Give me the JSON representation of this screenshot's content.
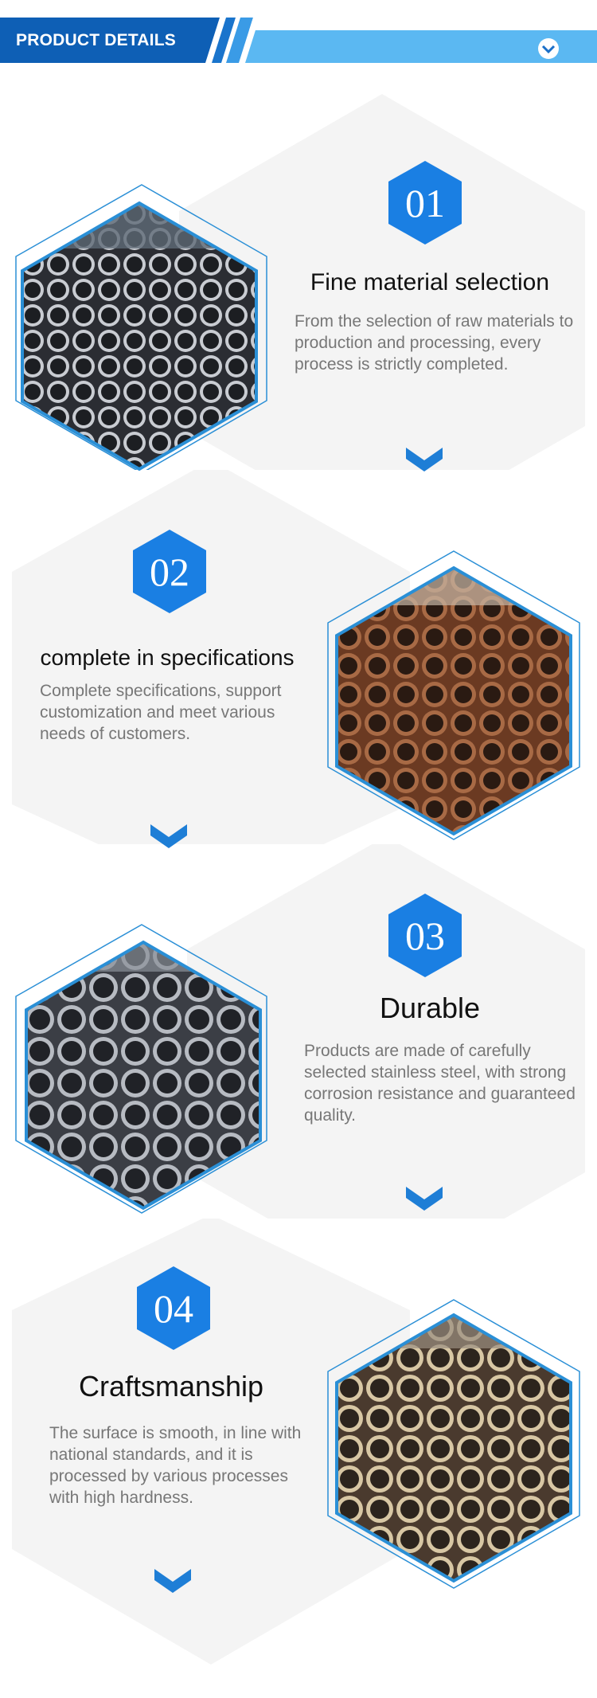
{
  "header": {
    "label": "PRODUCT DETAILS",
    "chevron_icon": "chevron-down-circle-icon",
    "colors": {
      "dark": "#0e5fb5",
      "light": "#5bb8f2"
    }
  },
  "features": [
    {
      "number": "01",
      "title": "Fine material selection",
      "description": "From the selection of raw materials to production and processing, every process is strictly completed.",
      "image": "stacked steel pipes (black)"
    },
    {
      "number": "02",
      "title": "complete in specifications",
      "description": "Complete specifications, support customization and meet various needs of customers.",
      "image": "bundled steel pipes (rust)"
    },
    {
      "number": "03",
      "title": "Durable",
      "description": "Products are made of carefully selected stainless steel, with strong corrosion resistance and guaranteed quality.",
      "image": "stacked steel pipes (grey)"
    },
    {
      "number": "04",
      "title": "Craftsmanship",
      "description": "The surface is smooth, in line with national standards, and it is processed by various processes with high hardness.",
      "image": "bundled steel pipes (strapped)"
    }
  ],
  "colors": {
    "accent": "#1a7fe3",
    "chevron": "#1e7ed6",
    "hex_bg": "#f4f4f4",
    "frame": "#2a8fd6"
  }
}
